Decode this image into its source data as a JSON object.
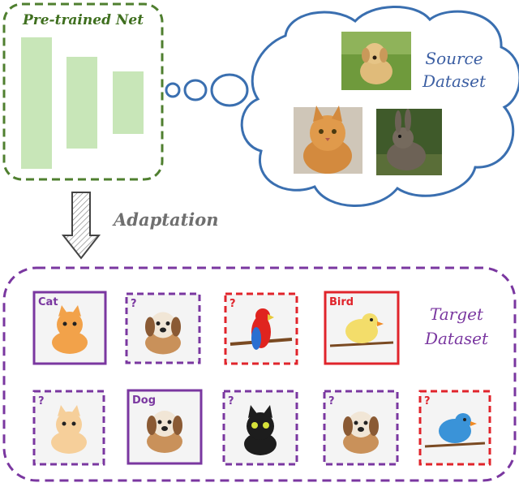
{
  "pretrained": {
    "title": "Pre-trained Net"
  },
  "source": {
    "label_line1": "Source",
    "label_line2": "Dataset"
  },
  "adaptation": {
    "label": "Adaptation"
  },
  "target": {
    "label_line1": "Target",
    "label_line2": "Dataset",
    "cards": [
      {
        "tag": "Cat",
        "status": "labeled",
        "animal": "cat"
      },
      {
        "tag": "?",
        "status": "unlabeled",
        "animal": "dog"
      },
      {
        "tag": "?",
        "status": "unlabeled",
        "animal": "parrot"
      },
      {
        "tag": "Bird",
        "status": "labeled",
        "animal": "bird"
      },
      {
        "tag": "?",
        "status": "unlabeled",
        "animal": "kitten"
      },
      {
        "tag": "Dog",
        "status": "labeled",
        "animal": "dog"
      },
      {
        "tag": "?",
        "status": "unlabeled",
        "animal": "black-cat"
      },
      {
        "tag": "?",
        "status": "unlabeled",
        "animal": "dog"
      },
      {
        "tag": "?",
        "status": "unlabeled",
        "animal": "bird"
      }
    ]
  },
  "colors": {
    "net_border": "#4f7f2f",
    "bar_fill": "#c8e6b8",
    "cloud_border": "#3a6fb0",
    "target_border": "#7a37a0",
    "red_card": "#e0242b",
    "purple_card": "#7a37a0"
  }
}
